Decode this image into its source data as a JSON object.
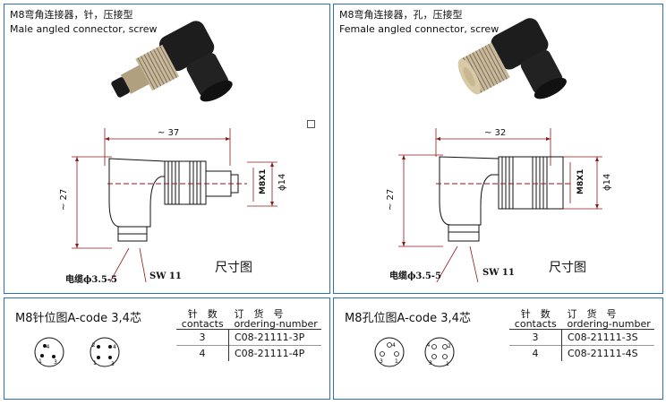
{
  "left": {
    "title_cn": "M8弯角连接器，针，压接型",
    "title_en": "Male angled connector, screw",
    "dim_length": "~ 37",
    "dim_height": "~ 27",
    "dim_thread": "M8X1",
    "dim_dia": "ϕ14",
    "cable_label": "电缆ϕ3.5-5",
    "sw_label": "SW 11",
    "size_label": "尺寸图",
    "pin_title": "M8针位图A-code 3,4芯",
    "pins3": [
      "4",
      "1",
      "3"
    ],
    "pins4": [
      "2",
      "4",
      "1",
      "3"
    ],
    "table": {
      "h1_cn": "针　数",
      "h1_en": "contacts",
      "h2_cn": "订　货　号",
      "h2_en": "ordering-number",
      "rows": [
        {
          "contacts": "3",
          "number": "C08-21111-3P"
        },
        {
          "contacts": "4",
          "number": "C08-21111-4P"
        }
      ]
    }
  },
  "right": {
    "title_cn": "M8弯角连接器，孔，压接型",
    "title_en": "Female angled connector, screw",
    "dim_length": "~ 32",
    "dim_height": "~ 27",
    "dim_thread": "M8X1",
    "dim_dia": "ϕ14",
    "cable_label": "电缆ϕ3.5-5",
    "sw_label": "SW 11",
    "size_label": "尺寸图",
    "pin_title": "M8孔位图A-code 3,4芯",
    "pins3": [
      "4",
      "3",
      "1"
    ],
    "pins4": [
      "4",
      "2",
      "3",
      "1"
    ],
    "table": {
      "h1_cn": "针　数",
      "h1_en": "contacts",
      "h2_cn": "订　货　号",
      "h2_en": "ordering-number",
      "rows": [
        {
          "contacts": "3",
          "number": "C08-21111-3S"
        },
        {
          "contacts": "4",
          "number": "C08-21111-4S"
        }
      ]
    }
  },
  "colors": {
    "border": "#2f6fb7",
    "dimension": "#8b1a1a",
    "body": "#1d1d1d",
    "metal": "#b8a78a"
  }
}
